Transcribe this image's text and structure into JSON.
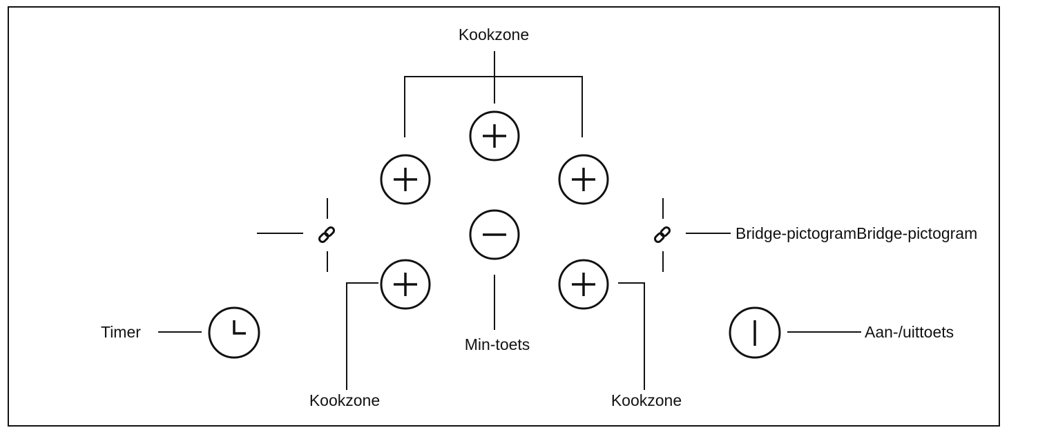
{
  "labels": {
    "kookzone_top": "Kookzone",
    "kookzone_bottom_left": "Kookzone",
    "kookzone_bottom_right": "Kookzone",
    "min_toets": "Min-toets",
    "timer": "Timer",
    "aan_uittoets": "Aan-/uittoets",
    "bridge_pictogram": "Bridge-pictogramBridge-pictogram"
  },
  "icons": {
    "plus": "plus-icon",
    "minus": "minus-icon",
    "timer": "clock-icon",
    "power": "power-icon",
    "bridge": "chain-link-icon"
  }
}
